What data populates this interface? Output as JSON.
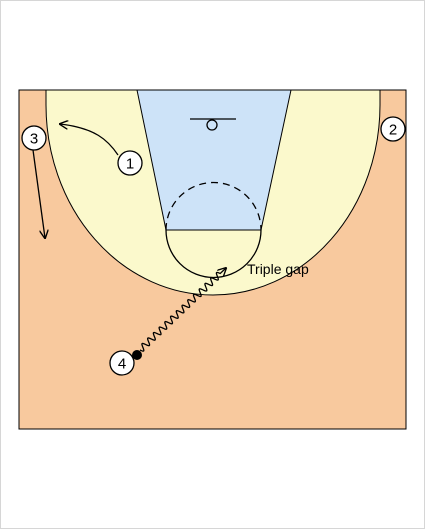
{
  "diagram": {
    "colors": {
      "court": "#f8c99e",
      "three_point_area": "#fbf9cc",
      "paint": "#cde3f8",
      "lines": "#000000",
      "player_fill": "#ffffff"
    },
    "players": [
      {
        "label": "1"
      },
      {
        "label": "2"
      },
      {
        "label": "3"
      },
      {
        "label": "4",
        "has_ball": true
      }
    ],
    "annotation": "Triple gap"
  }
}
